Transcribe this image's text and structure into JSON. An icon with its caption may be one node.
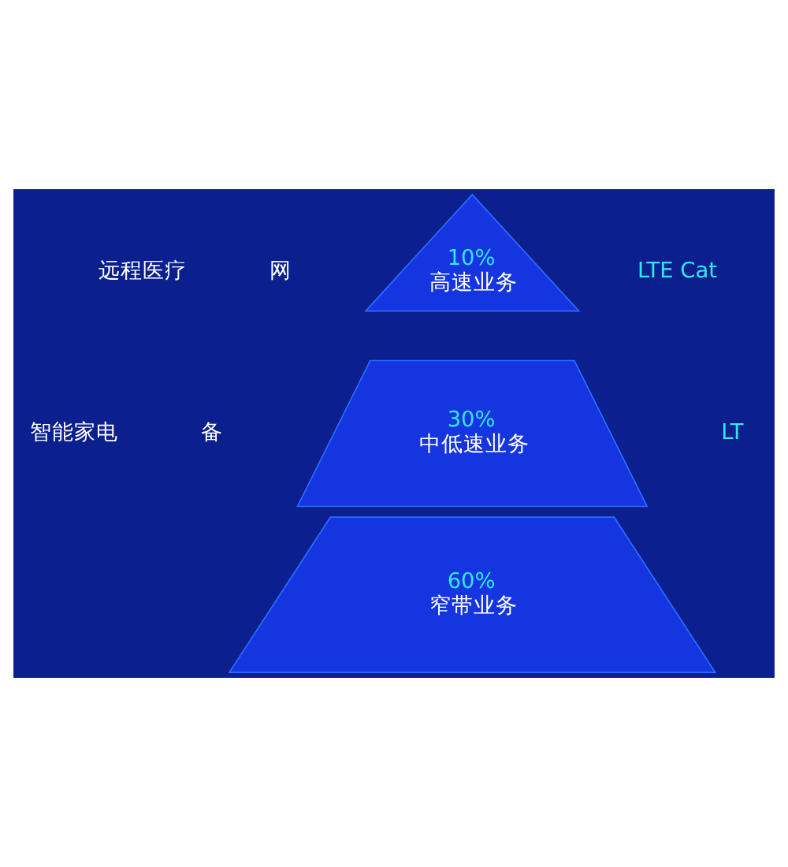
{
  "diagram": {
    "nodes": [
      {
        "text": [
          "10%",
          "高速业务"
        ]
      },
      {
        "text": [
          "30%",
          "中低速业务"
        ]
      },
      {
        "text": [
          "60%",
          "窄带业务"
        ]
      }
    ],
    "labels": [
      "远程医疗",
      "网",
      "LTE Cat",
      "智能家电",
      "备",
      "LT"
    ]
  }
}
